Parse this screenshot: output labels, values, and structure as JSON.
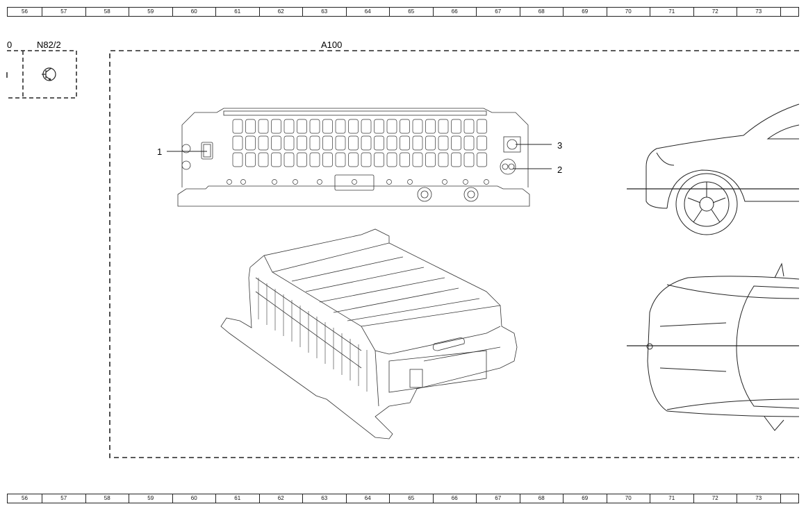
{
  "ruler": {
    "columns": [
      "56",
      "57",
      "58",
      "59",
      "60",
      "61",
      "62",
      "63",
      "64",
      "65",
      "66",
      "67",
      "68",
      "69",
      "70",
      "71",
      "72",
      "73",
      ""
    ]
  },
  "labels": {
    "left_fragment": "0",
    "component_left": "N82/2",
    "component_main": "A100"
  },
  "callouts": [
    {
      "id": "1",
      "text": "1"
    },
    {
      "id": "2",
      "text": "2"
    },
    {
      "id": "3",
      "text": "3"
    }
  ],
  "colors": {
    "line": "#222222",
    "background": "#ffffff"
  },
  "icons": [
    "transistor-symbol-icon"
  ]
}
